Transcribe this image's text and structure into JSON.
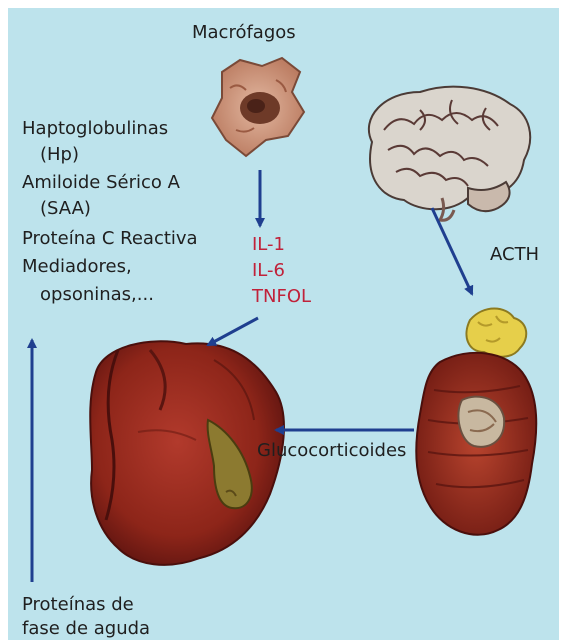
{
  "labels": {
    "macrofagos": "Macrófagos",
    "hp_line1": "Haptoglobulinas",
    "hp_line2": "(Hp)",
    "saa_line1": "Amiloide Sérico A",
    "saa_line2": "(SAA)",
    "pcr": "Proteína C Reactiva",
    "med_line1": "Mediadores,",
    "med_line2": "opsoninas,...",
    "il1": "IL-1",
    "il6": "IL-6",
    "tnf": "TNFOL",
    "acth": "ACTH",
    "gluco": "Glucocorticoides",
    "fase_line1": "Proteínas de",
    "fase_line2": "fase de aguda"
  },
  "colors": {
    "background": "#bde3ec",
    "arrow": "#1f3f8f",
    "cytokine_text": "#c0223a",
    "organ_dark": "#7b1a14",
    "organ_mid": "#9b2c22",
    "gallbladder": "#8f7a2a",
    "adrenal": "#e8d24a",
    "brain": "#d9d4cc"
  }
}
